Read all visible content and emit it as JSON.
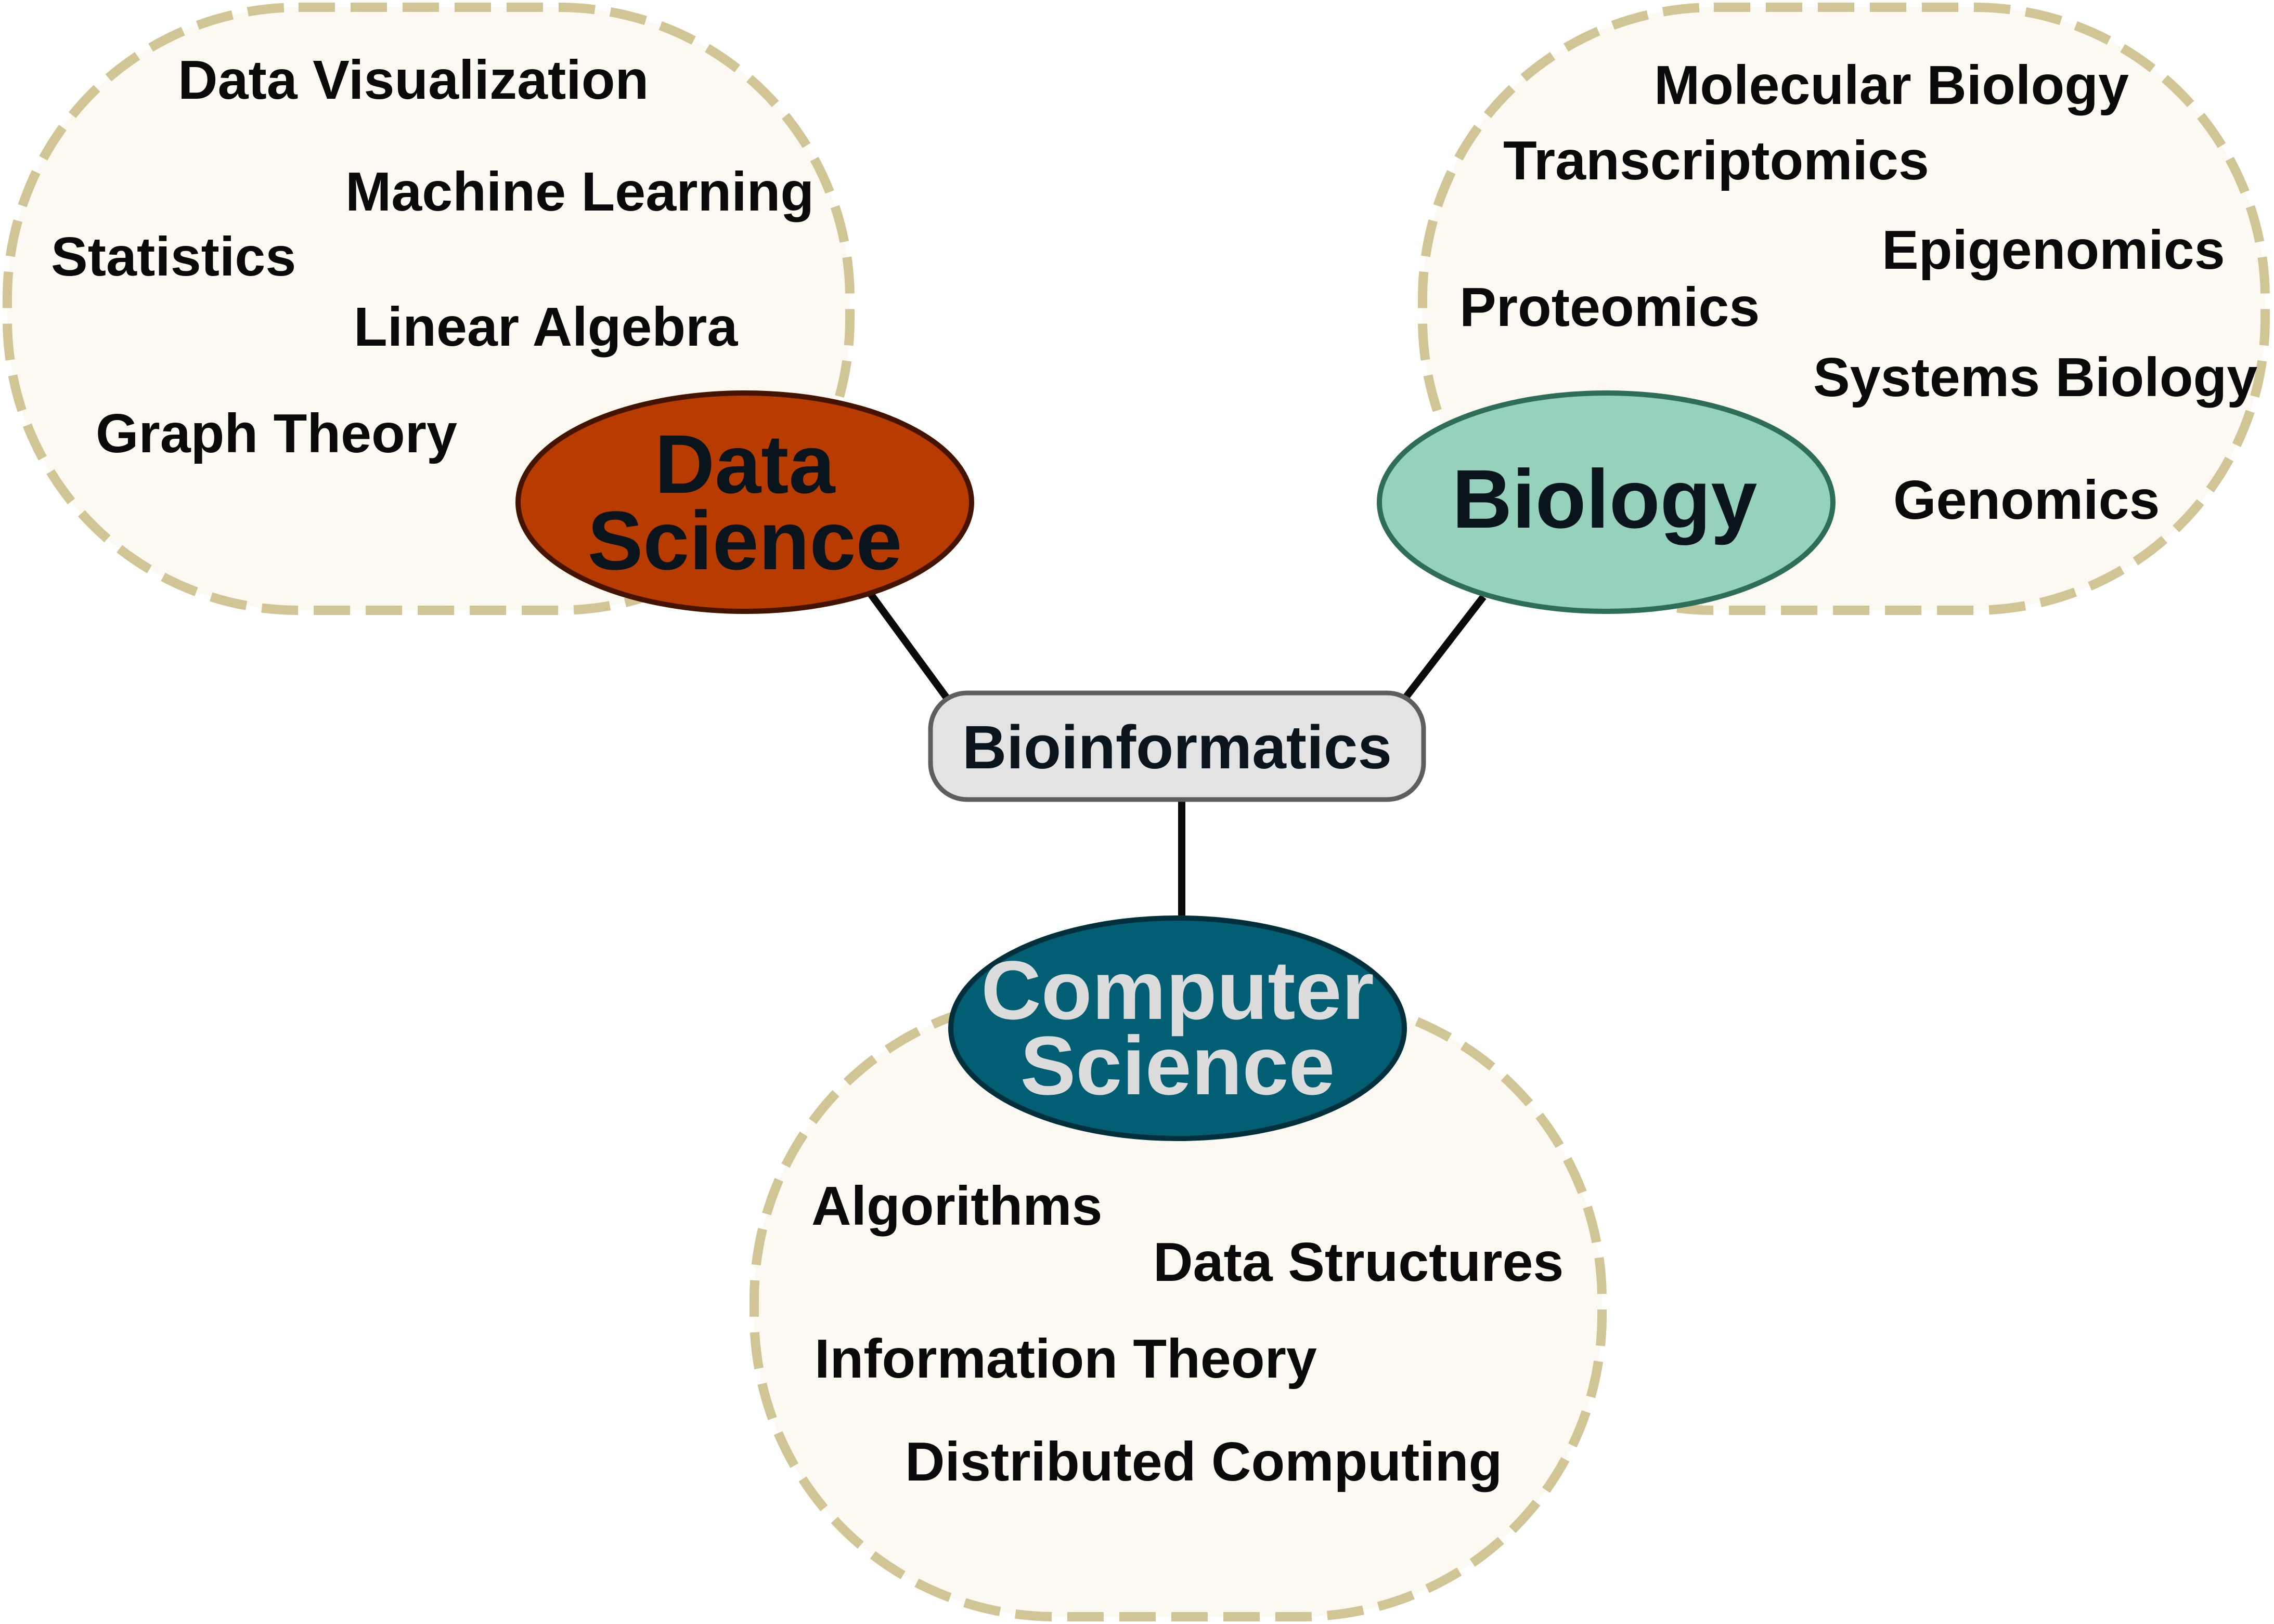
{
  "diagram": {
    "center": {
      "label": "Bioinformatics",
      "fill": "#e3e3e3",
      "stroke": "#5e5e5e"
    },
    "hubs": [
      {
        "id": "data-science",
        "label_lines": [
          "Data",
          "Science"
        ],
        "fill": "#b83c00",
        "stroke": "#451400",
        "text_color": "#0a141c",
        "terms": [
          "Data Visualization",
          "Machine Learning",
          "Statistics",
          "Linear Algebra",
          "Graph Theory"
        ]
      },
      {
        "id": "biology",
        "label_lines": [
          "Biology"
        ],
        "fill": "#95d1bb",
        "stroke": "#2e6e58",
        "text_color": "#0a141c",
        "terms": [
          "Molecular Biology",
          "Transcriptomics",
          "Epigenomics",
          "Proteomics",
          "Systems Biology",
          "Genomics"
        ]
      },
      {
        "id": "computer-science",
        "label_lines": [
          "Computer",
          "Science"
        ],
        "fill": "#025e73",
        "stroke": "#01303c",
        "text_color": "#dcdcdc",
        "terms": [
          "Algorithms",
          "Data Structures",
          "Information Theory",
          "Distributed Computing"
        ]
      }
    ],
    "cluster_style": {
      "fill": "#fbf9f1",
      "dash_color": "#d2c595"
    },
    "connector_color": "#0a0a0a"
  }
}
